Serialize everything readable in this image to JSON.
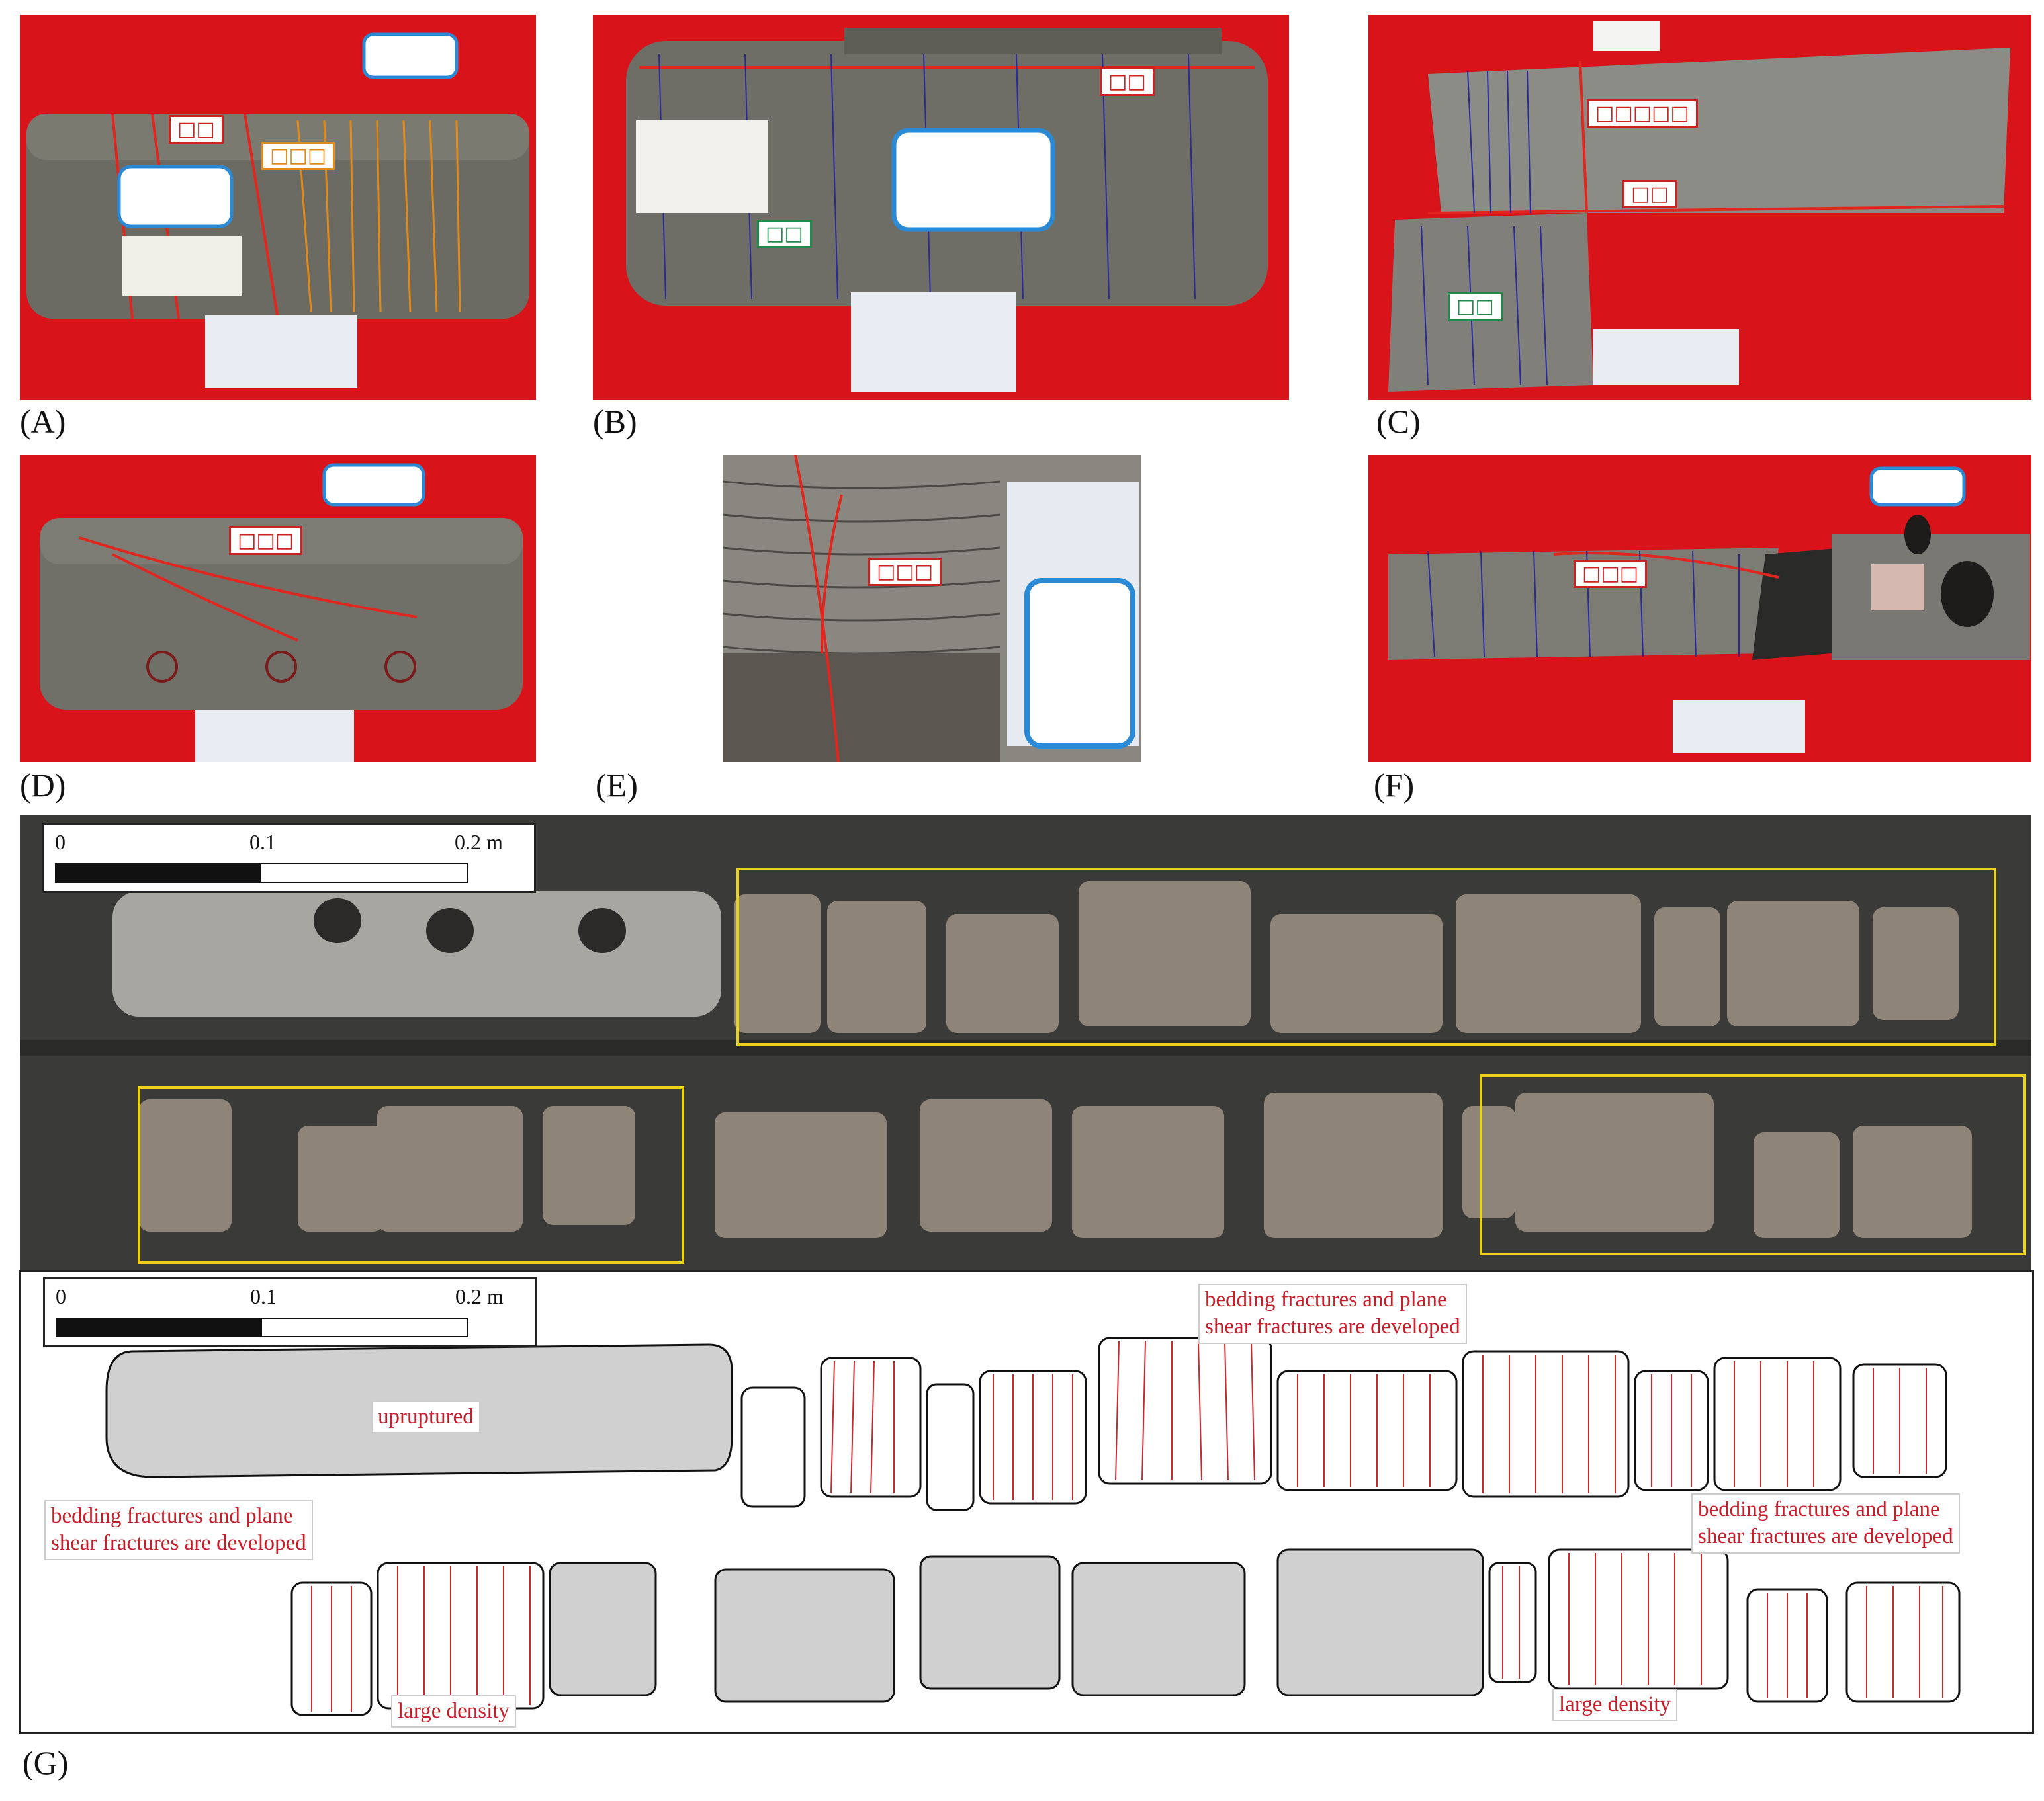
{
  "panels": {
    "A": {
      "label": "(A)",
      "tags": [
        "□□",
        "□□□"
      ]
    },
    "B": {
      "label": "(B)",
      "tags": [
        "□□",
        "□□"
      ]
    },
    "C": {
      "label": "(C)",
      "tags": [
        "□□□□□",
        "□□",
        "□□"
      ]
    },
    "D": {
      "label": "(D)",
      "tags": [
        "□□□"
      ]
    },
    "E": {
      "label": "(E)",
      "tags": [
        "□□□"
      ]
    },
    "F": {
      "label": "(F)",
      "tags": [
        "□□□"
      ]
    },
    "G": {
      "label": "(G)"
    }
  },
  "scale_bar": {
    "t0": "0",
    "t1": "0.1",
    "t2": "0.2 m"
  },
  "sketch_notes": {
    "upruptured": "upruptured",
    "bedding_line1": "bedding fractures and plane",
    "bedding_line2": "shear fractures are developed",
    "large_density": "large density"
  },
  "colors": {
    "background_cloth": "#d8141a",
    "fracture_line": "#e0261e",
    "bedding_line": "#2a2a9a",
    "highlight_box": "#e8d21a",
    "note_text": "#c81e2a"
  }
}
